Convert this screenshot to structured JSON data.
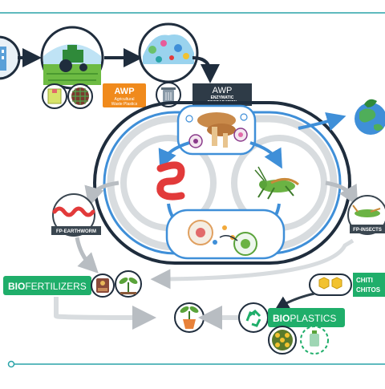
{
  "labels": {
    "awp_badge_title": "AWP",
    "awp_badge_subtitle_1": "Agricultural",
    "awp_badge_subtitle_2": "Waste Plastics",
    "awp_degradation_title": "AWP",
    "awp_degradation_line1": "ENZYMATIC",
    "awp_degradation_line2": "DEGRADATION",
    "fp_earthworm": "FP-EARTHWORM",
    "fp_insects": "FP-INSECTS",
    "biofertilizers_bold": "BIO",
    "biofertilizers_rest": "FERTILIZERS",
    "bioplastics_bold": "BIO",
    "bioplastics_rest": "PLASTICS",
    "chitin": "CHITI",
    "chitosan": "CHITOS"
  },
  "colors": {
    "primary_blue": "#3f8fd8",
    "cycle_gray": "#d8dcdf",
    "arrow_gray": "#b8bdc2",
    "dark_navy": "#1f2d3d",
    "awp_orange": "#f08a1c",
    "label_dark": "#3a4650",
    "bio_green": "#1fae6a",
    "earthworm_red": "#e23a3a",
    "grasshopper_green": "#5aa33a",
    "teal_line": "#2aa3a8"
  },
  "icons": {
    "factory": "factory-icon",
    "tractor": "tractor-field-icon",
    "plastic_pile": "plastic-waste-pile-icon",
    "mulch_film": "mulch-film-icon",
    "net": "net-icon",
    "trash_bin": "trash-bin-icon",
    "mushroom": "mushroom-fungi-icon",
    "earth": "earth-globe-icon",
    "earthworm": "earthworm-icon",
    "grasshopper": "grasshopper-icon",
    "microbes": "microbes-icon",
    "soil_bag": "soil-bag-icon",
    "seedling": "seedling-icon",
    "potted_plant": "potted-plant-icon",
    "recycle": "recycle-icon",
    "chitin_hex": "chitin-hexagon-icon",
    "bioplastic_film": "bioplastic-film-icon",
    "bioplastic_bottle": "bioplastic-bottle-icon"
  }
}
